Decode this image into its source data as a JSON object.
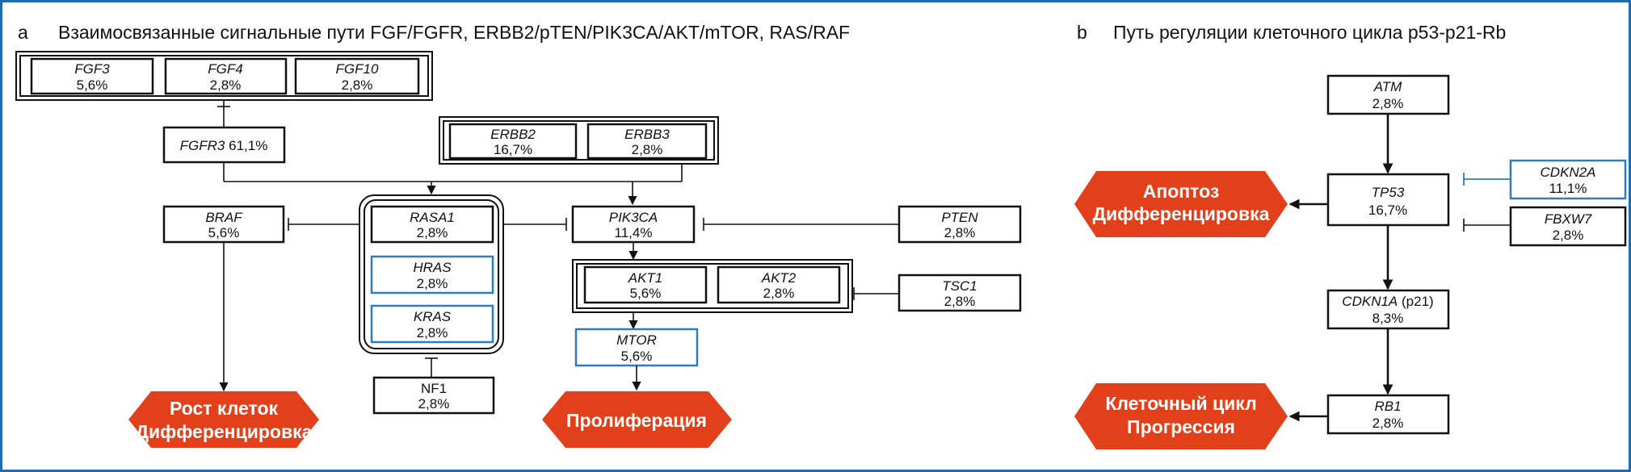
{
  "panel_a": {
    "letter": "a",
    "title": "Взаимосвязанные сигнальные пути FGF/FGFR, ERBB2/pTEN/PIK3CA/AKT/mTOR, RAS/RAF",
    "fgf3": {
      "gene": "FGF3",
      "pct": "5,6%"
    },
    "fgf4": {
      "gene": "FGF4",
      "pct": "2,8%"
    },
    "fgf10": {
      "gene": "FGF10",
      "pct": "2,8%"
    },
    "fgfr3": {
      "gene": "FGFR3",
      "pct": "61,1%"
    },
    "erbb2": {
      "gene": "ERBB2",
      "pct": "16,7%"
    },
    "erbb3": {
      "gene": "ERBB3",
      "pct": "2,8%"
    },
    "braf": {
      "gene": "BRAF",
      "pct": "5,6%"
    },
    "rasa1": {
      "gene": "RASA1",
      "pct": "2,8%"
    },
    "hras": {
      "gene": "HRAS",
      "pct": "2,8%"
    },
    "kras": {
      "gene": "KRAS",
      "pct": "2,8%"
    },
    "nf1": {
      "gene": "NF1",
      "pct": "2,8%"
    },
    "pik3ca": {
      "gene": "PIK3CA",
      "pct": "11,4%"
    },
    "pten": {
      "gene": "PTEN",
      "pct": "2,8%"
    },
    "akt1": {
      "gene": "AKT1",
      "pct": "5,6%"
    },
    "akt2": {
      "gene": "AKT2",
      "pct": "2,8%"
    },
    "tsc1": {
      "gene": "TSC1",
      "pct": "2,8%"
    },
    "mtor": {
      "gene": "MTOR",
      "pct": "5,6%"
    },
    "out_growth": {
      "line1": "Рост клеток",
      "line2": "Дифференцировка"
    },
    "out_prolif": {
      "line1": "Пролиферация"
    }
  },
  "panel_b": {
    "letter": "b",
    "title": "Путь регуляции клеточного цикла p53-p21-Rb",
    "atm": {
      "gene": "ATM",
      "pct": "2,8%"
    },
    "tp53": {
      "gene": "TP53",
      "pct": "16,7%"
    },
    "cdkn2a": {
      "gene": "CDKN2A",
      "pct": "11,1%"
    },
    "fbxw7": {
      "gene": "FBXW7",
      "pct": "2,8%"
    },
    "cdkn1a": {
      "gene": "CDKN1A",
      "suffix": "(p21)",
      "pct": "8,3%"
    },
    "rb1": {
      "gene": "RB1",
      "pct": "2,8%"
    },
    "out_apoptosis": {
      "line1": "Апоптоз",
      "line2": "Дифференцировка"
    },
    "out_cycle": {
      "line1": "Клеточный цикл",
      "line2": "Прогрессия"
    }
  },
  "colors": {
    "outcome_fill": "#e2401b",
    "blue_border": "#2f7cc2",
    "frame": "#1e6cb6",
    "line": "#111111"
  }
}
